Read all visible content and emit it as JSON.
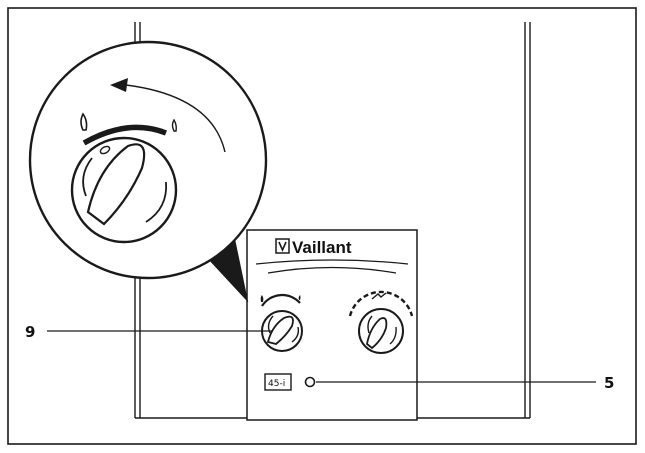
{
  "diagram": {
    "brand_name": "Vaillant",
    "model_badge": "45-i",
    "callouts": [
      {
        "label": "9",
        "refers_to": "gas-control-knob"
      },
      {
        "label": "5",
        "refers_to": "indicator-lamp"
      }
    ]
  },
  "colors": {
    "line": "#1a1a1a",
    "background": "#ffffff",
    "panel": "#ffffff"
  }
}
